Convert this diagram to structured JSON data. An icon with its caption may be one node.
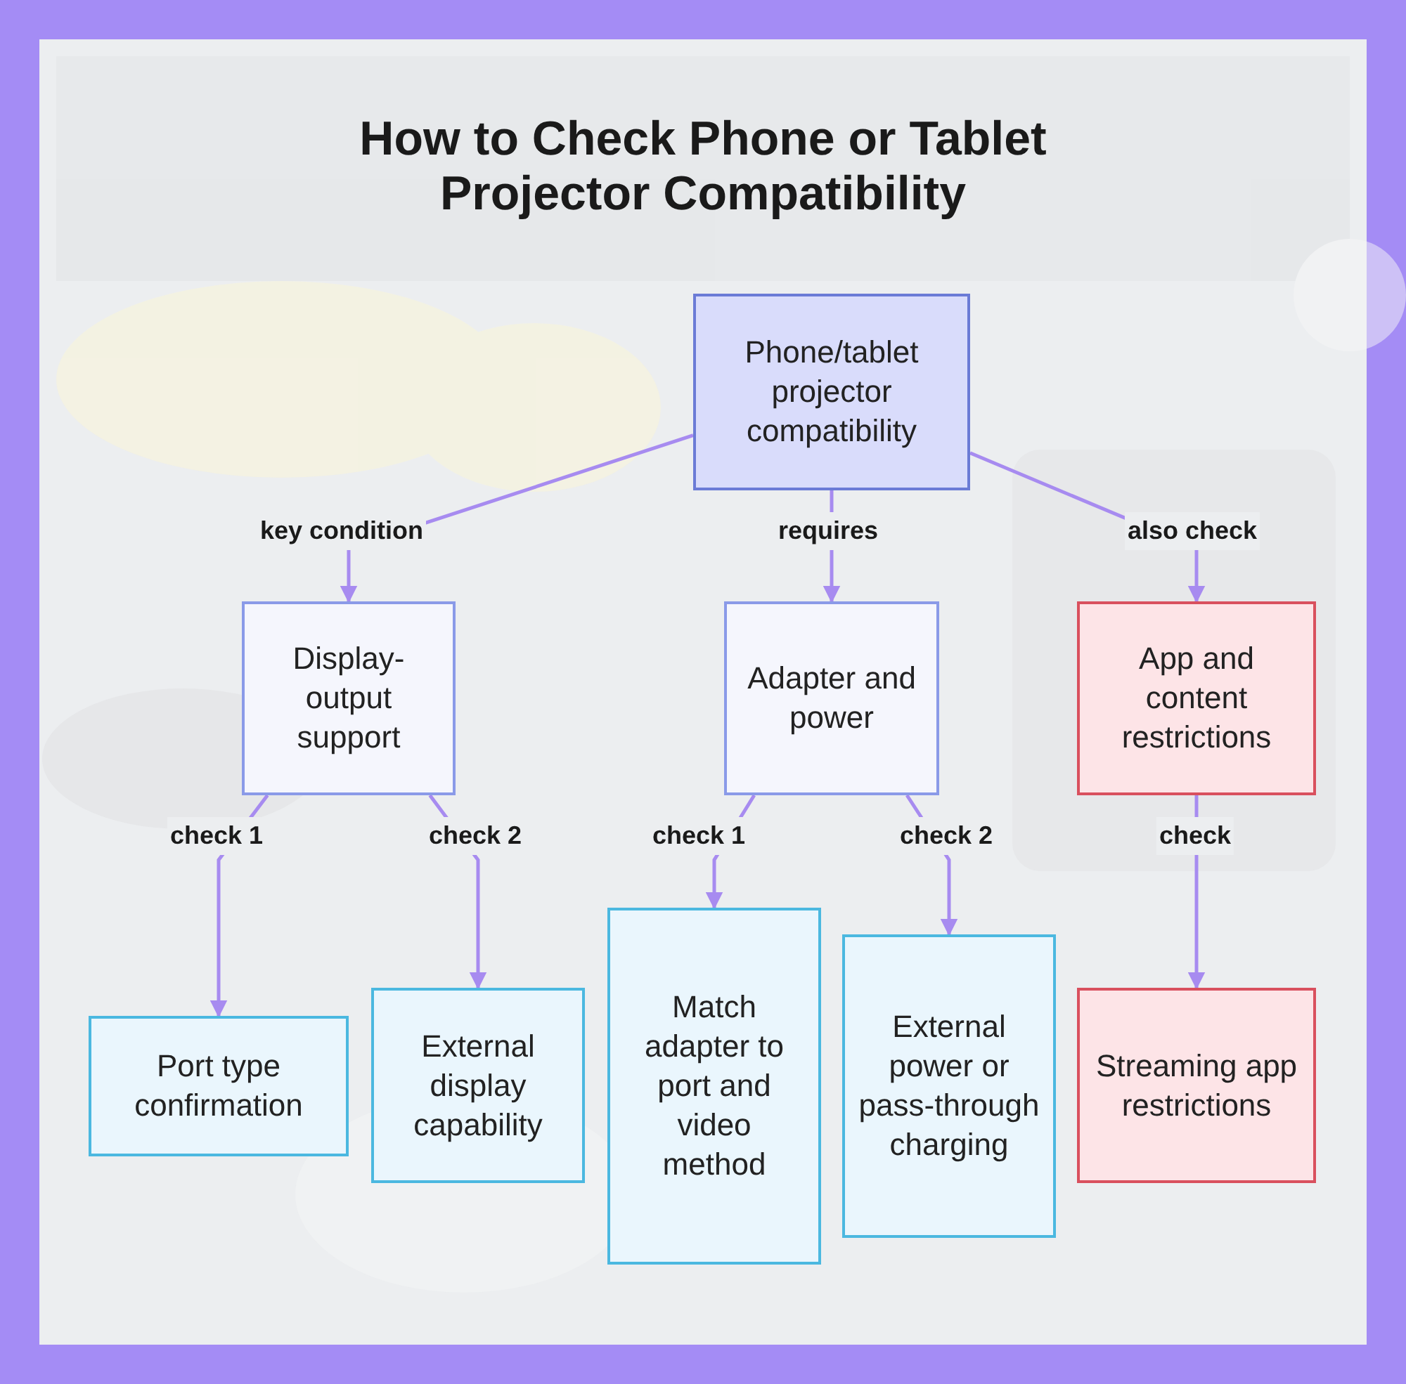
{
  "diagram": {
    "title": "How to Check Phone or Tablet Projector Compatibility",
    "nodes": [
      {
        "text": [
          "Phone/tablet projector compatibility"
        ]
      },
      {
        "text": [
          "Display-output support"
        ]
      },
      {
        "text": [
          "Adapter and power"
        ]
      },
      {
        "text": [
          "App and content restrictions"
        ]
      },
      {
        "text": [
          "Port type confirmation"
        ]
      },
      {
        "text": [
          "External display capability"
        ]
      },
      {
        "text": [
          "Match adapter to port and video method"
        ]
      },
      {
        "text": [
          "External power or pass-through charging"
        ]
      },
      {
        "text": [
          "Streaming app restrictions"
        ]
      }
    ],
    "edges": [
      {
        "from": 0,
        "to": 1,
        "arrow": "to",
        "label": "key condition"
      },
      {
        "from": 0,
        "to": 2,
        "arrow": "to",
        "label": "requires"
      },
      {
        "from": 0,
        "to": 3,
        "arrow": "to",
        "label": "also check"
      },
      {
        "from": 1,
        "to": 4,
        "arrow": "to",
        "label": "check 1"
      },
      {
        "from": 1,
        "to": 5,
        "arrow": "to",
        "label": "check 2"
      },
      {
        "from": 2,
        "to": 6,
        "arrow": "to",
        "label": "check 1"
      },
      {
        "from": 2,
        "to": 7,
        "arrow": "to",
        "label": "check 2"
      },
      {
        "from": 3,
        "to": 8,
        "arrow": "to",
        "label": "check"
      }
    ]
  }
}
